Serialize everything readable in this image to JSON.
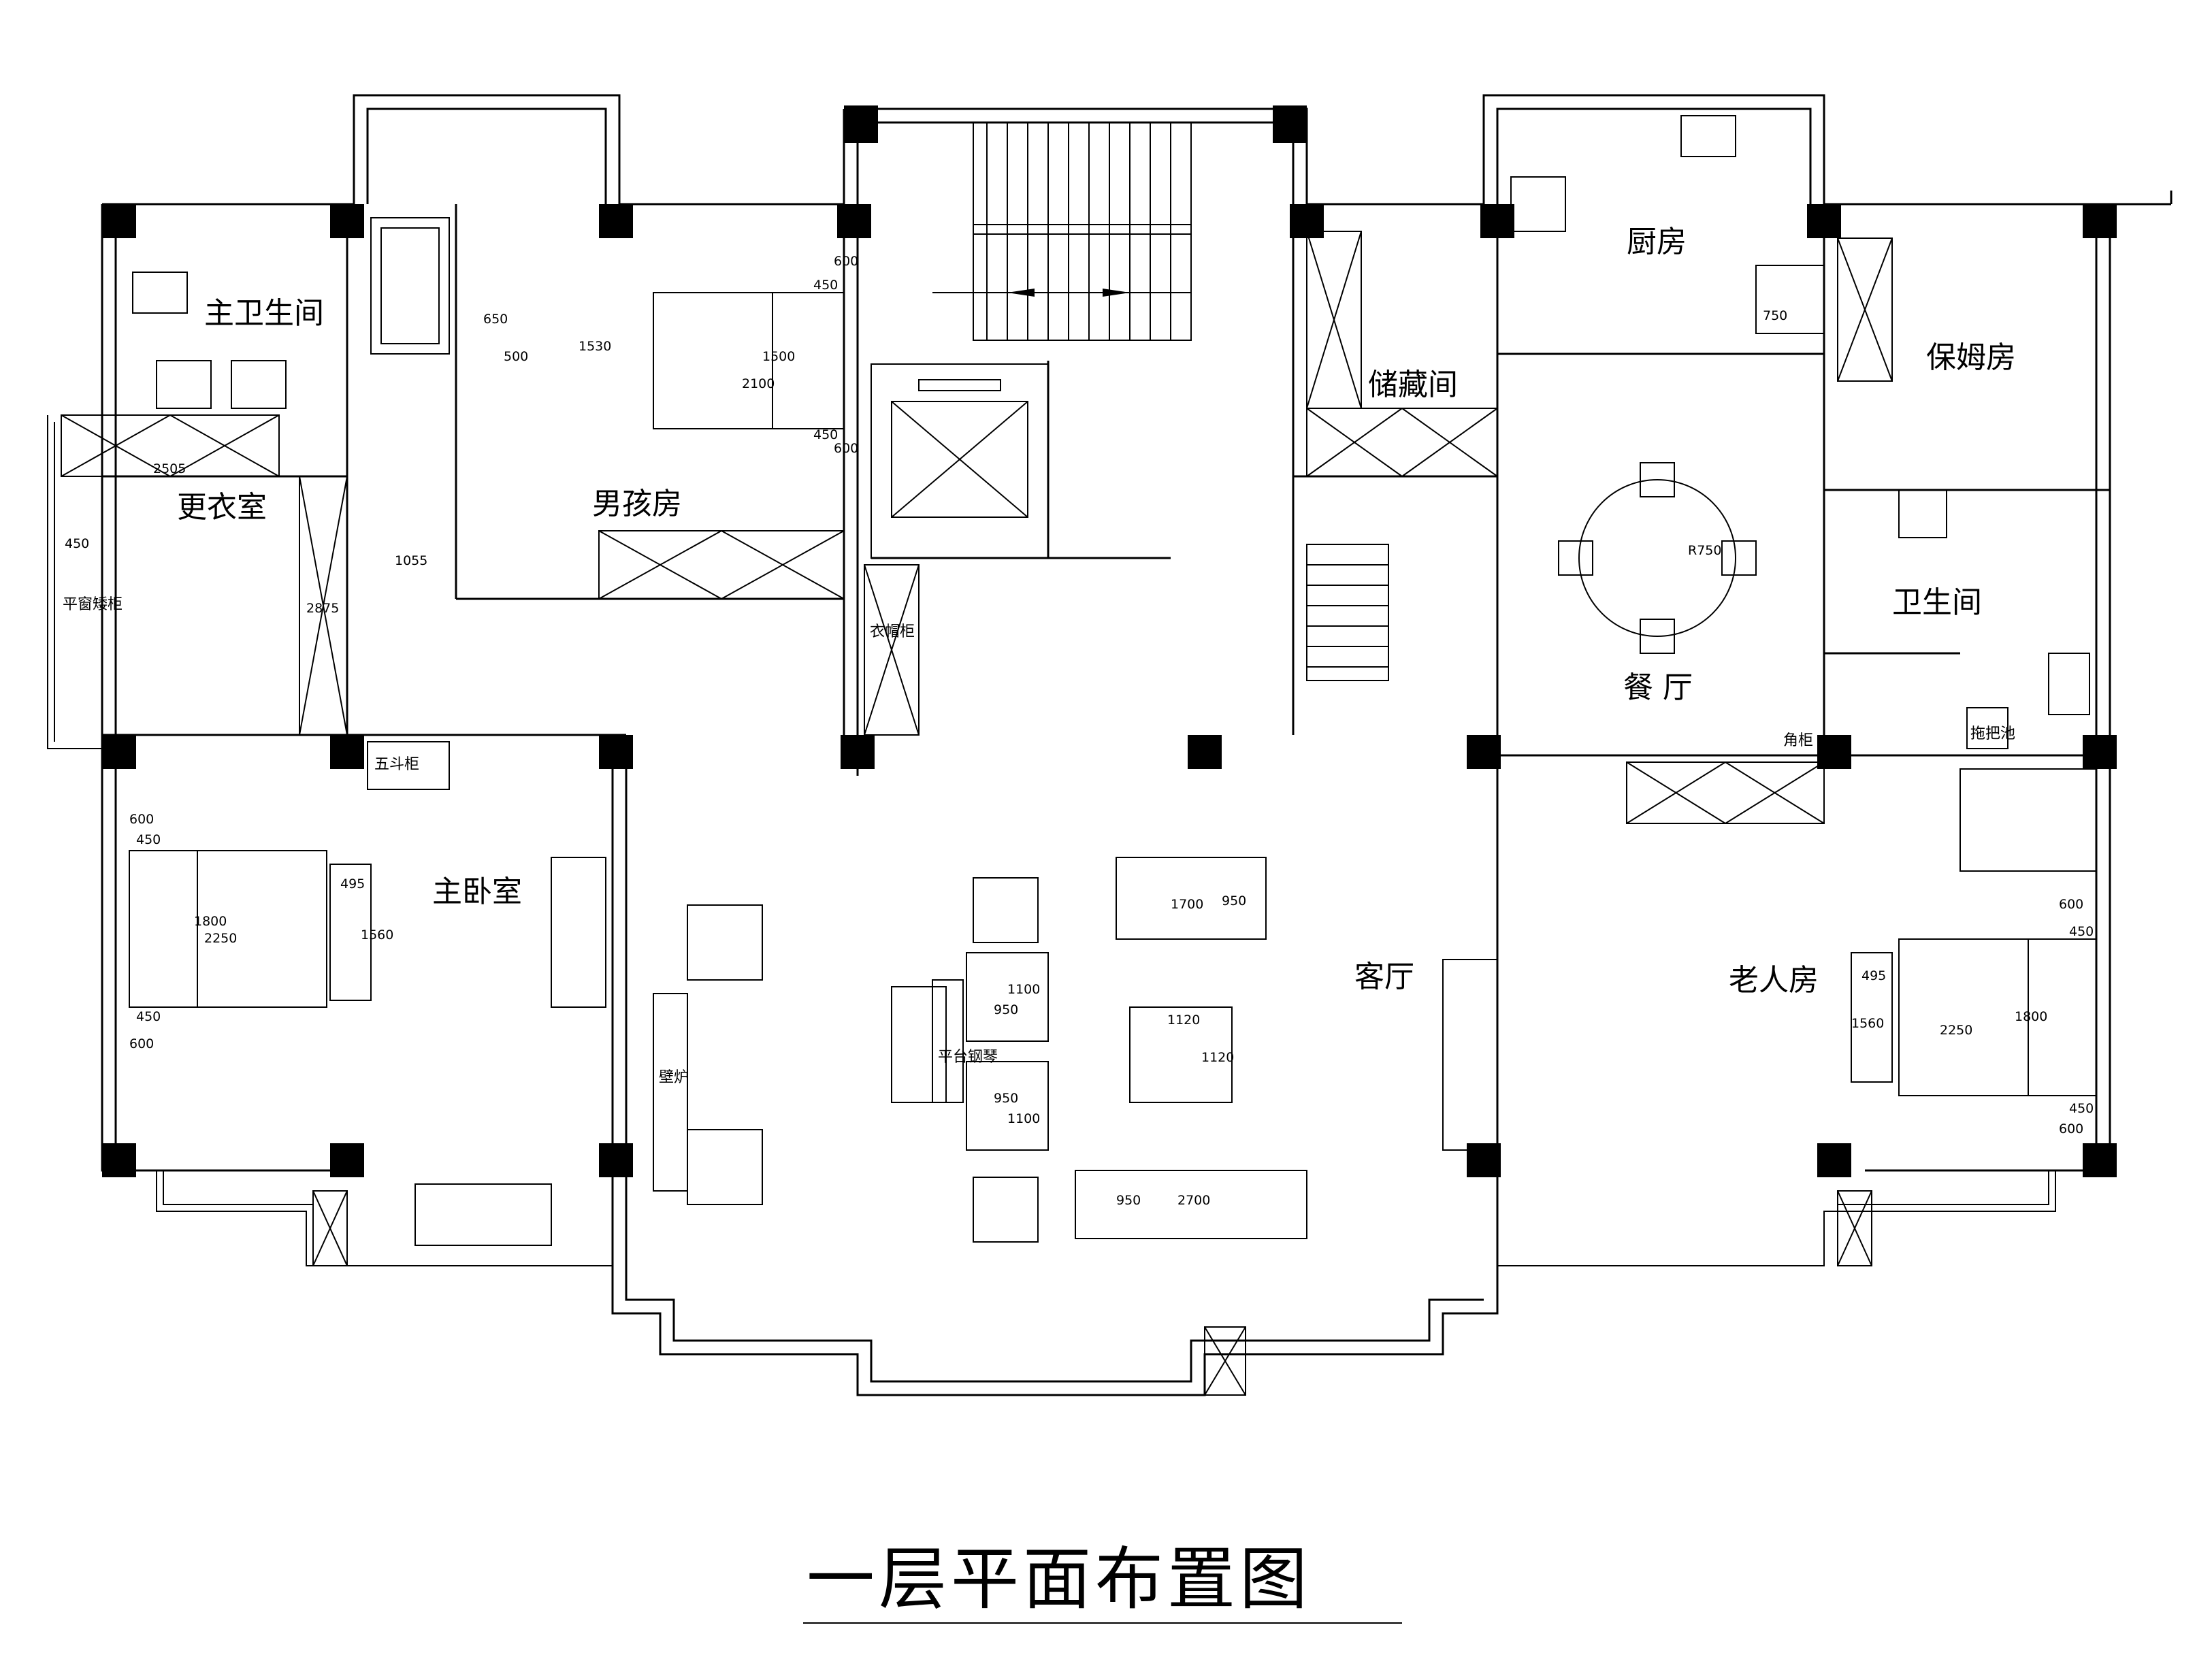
{
  "title": "一层平面布置图",
  "rooms": {
    "master_bath": "主卫生间",
    "dressing": "更衣室",
    "boy_room": "男孩房",
    "storage": "储藏间",
    "kitchen": "厨房",
    "nanny_room": "保姆房",
    "master_bedroom": "主卧室",
    "living_room": "客厅",
    "dining": "餐 厅",
    "bathroom": "卫生间",
    "elder_room": "老人房"
  },
  "furniture_labels": {
    "window_cabinet": "平窗矮柜",
    "wardrobe": "衣帽柜",
    "chest": "五斗柜",
    "fireplace": "壁炉",
    "piano": "平台钢琴",
    "corner_cabinet": "角柜",
    "mop_sink": "拖把池",
    "table_radius": "R750"
  },
  "dimensions": {
    "d2505": "2505",
    "d450a": "450",
    "d2875": "2875",
    "d1055": "1055",
    "d650": "650",
    "d500": "500",
    "d1530": "1530",
    "d2100": "2100",
    "d1500": "1500",
    "d450b": "450",
    "d600a": "600",
    "d450c": "450",
    "d600b": "600",
    "d600c": "600",
    "d450d": "450",
    "d1800": "1800",
    "d2250a": "2250",
    "d495a": "495",
    "d1560a": "1560",
    "d450e": "450",
    "d600d": "600",
    "d1700": "1700",
    "d950a": "950",
    "d1100a": "1100",
    "d950b": "950",
    "d1120a": "1120",
    "d1120b": "1120",
    "d950c": "950",
    "d1100b": "1100",
    "d950d": "950",
    "d2700": "2700",
    "d750": "750",
    "d600e": "600",
    "d450f": "450",
    "d495b": "495",
    "d1560b": "1560",
    "d2250b": "2250",
    "d1800b": "1800",
    "d450g": "450",
    "d600f": "600"
  }
}
